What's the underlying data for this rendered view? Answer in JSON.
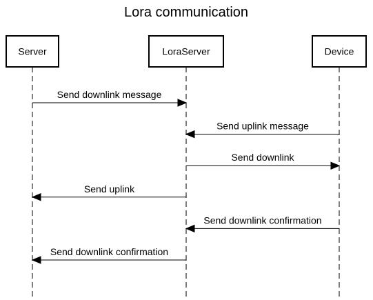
{
  "title": "Lora communication",
  "participants": [
    {
      "id": "server",
      "label": "Server"
    },
    {
      "id": "loraserver",
      "label": "LoraServer"
    },
    {
      "id": "device",
      "label": "Device"
    }
  ],
  "messages": [
    {
      "from": "server",
      "to": "loraserver",
      "label": "Send downlink message"
    },
    {
      "from": "device",
      "to": "loraserver",
      "label": "Send uplink message"
    },
    {
      "from": "loraserver",
      "to": "device",
      "label": "Send downlink"
    },
    {
      "from": "loraserver",
      "to": "server",
      "label": "Send uplink"
    },
    {
      "from": "device",
      "to": "loraserver",
      "label": "Send downlink confirmation"
    },
    {
      "from": "loraserver",
      "to": "server",
      "label": "Send downlink confirmation"
    }
  ]
}
